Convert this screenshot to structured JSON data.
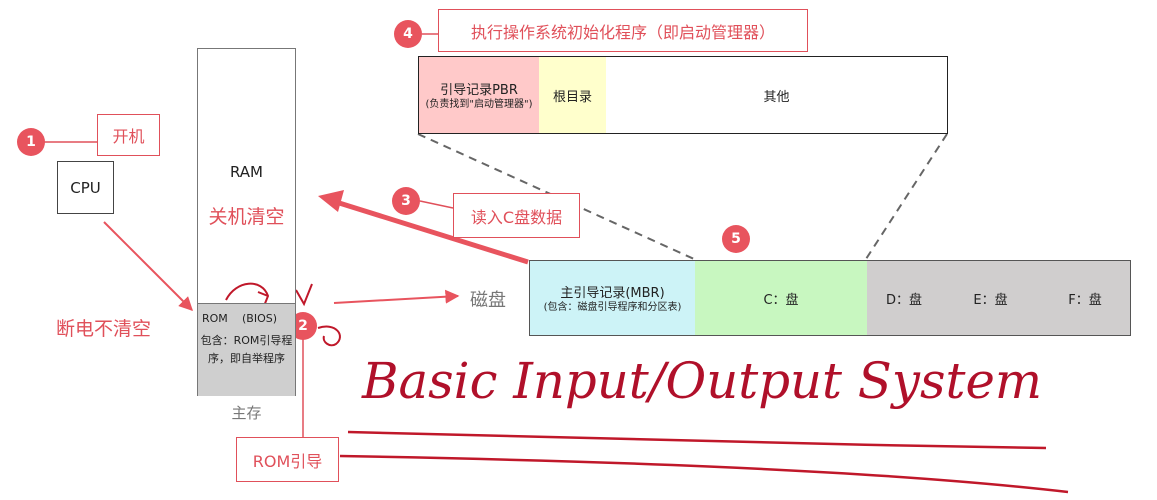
{
  "steps": {
    "s1": {
      "num": "1",
      "label": "开机"
    },
    "s2": {
      "num": "2",
      "label": "ROM引导"
    },
    "s3": {
      "num": "3",
      "label": "读入C盘数据"
    },
    "s4": {
      "num": "4",
      "label": "执行操作系统初始化程序（即启动管理器）"
    },
    "s5": {
      "num": "5"
    }
  },
  "cpu": {
    "label": "CPU"
  },
  "memory": {
    "ram_label": "RAM",
    "ram_note": "关机清空",
    "rom_chip": "ROM",
    "bios_chip": "(BIOS)",
    "rom_desc": "包含：ROM引导程序，即自举程序",
    "caption": "主存"
  },
  "rom_note": "断电不清空",
  "disk": {
    "label": "磁盘",
    "mbr_title": "主引导记录(MBR)",
    "mbr_sub": "(包含：磁盘引导程序和分区表)",
    "c": "C：盘",
    "d": "D：盘",
    "e": "E：盘",
    "f": "F：盘"
  },
  "partition": {
    "pbr_title": "引导记录PBR",
    "pbr_sub": "(负责找到\"启动管理器\")",
    "root": "根目录",
    "other": "其他"
  },
  "handwriting": "Basic Input/Output System",
  "colors": {
    "accent": "#e0505a",
    "pbr": "#ffc9c9",
    "root": "#ffffcc",
    "mbr": "#cdf3f7",
    "c_drive": "#c8f7c0",
    "other_drive": "#d0cece",
    "rom_area": "#cfcfcf"
  }
}
